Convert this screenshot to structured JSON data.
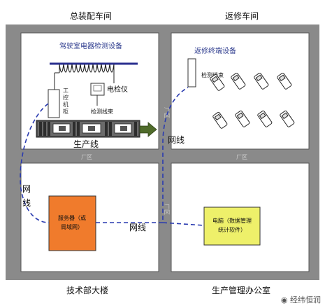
{
  "diagram": {
    "workshops": {
      "assembly_title": "总装配车间",
      "repair_title": "返修车间",
      "tech_title": "技术部大楼",
      "office_title": "生产管理办公室"
    },
    "equipment": {
      "cab_test_equipment": "驾驶室电器检测设备",
      "ipc_cabinet": "工控机柜",
      "electric_tester": "电检仪",
      "test_cable_1": "检测线束",
      "production_line": "生产线",
      "repair_terminal": "返修终端设备",
      "test_cable_2": "检测线束",
      "server": "服务器（或局域网）",
      "computer": "电脑（数据管理统计软件）"
    },
    "labels": {
      "factory_area": "厂区",
      "network": "网线"
    },
    "watermark": "经纬恒润",
    "colors": {
      "wall": "#7f7f7f",
      "server": "#f07b2c",
      "computer": "#eef06a",
      "network_line": "#2a3bb0",
      "arrow": "#4f6b2a"
    }
  }
}
